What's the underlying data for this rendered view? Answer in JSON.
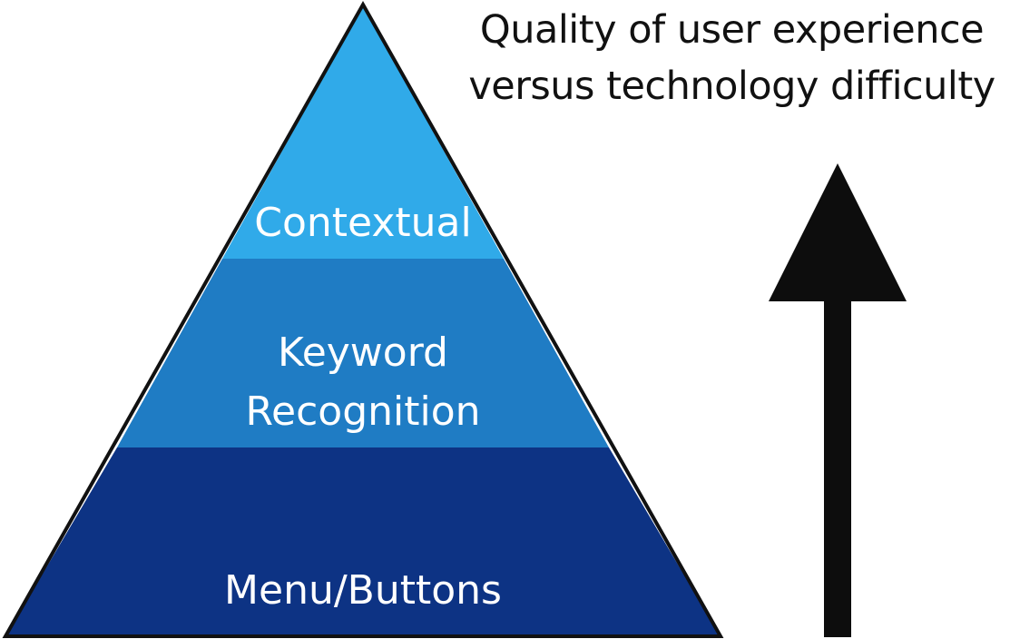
{
  "caption": {
    "line1": "Quality of user experience",
    "line2": "versus technology difficulty"
  },
  "pyramid": {
    "layers": [
      {
        "lines": [
          "Contextual"
        ],
        "color": "#30aae9"
      },
      {
        "lines": [
          "Keyword",
          "Recognition"
        ],
        "color": "#1f7cc4"
      },
      {
        "lines": [
          "Menu/Buttons"
        ],
        "color": "#0d3384"
      }
    ],
    "outline_color": "#111111"
  },
  "arrow": {
    "color": "#0d0d0d",
    "direction": "up"
  }
}
